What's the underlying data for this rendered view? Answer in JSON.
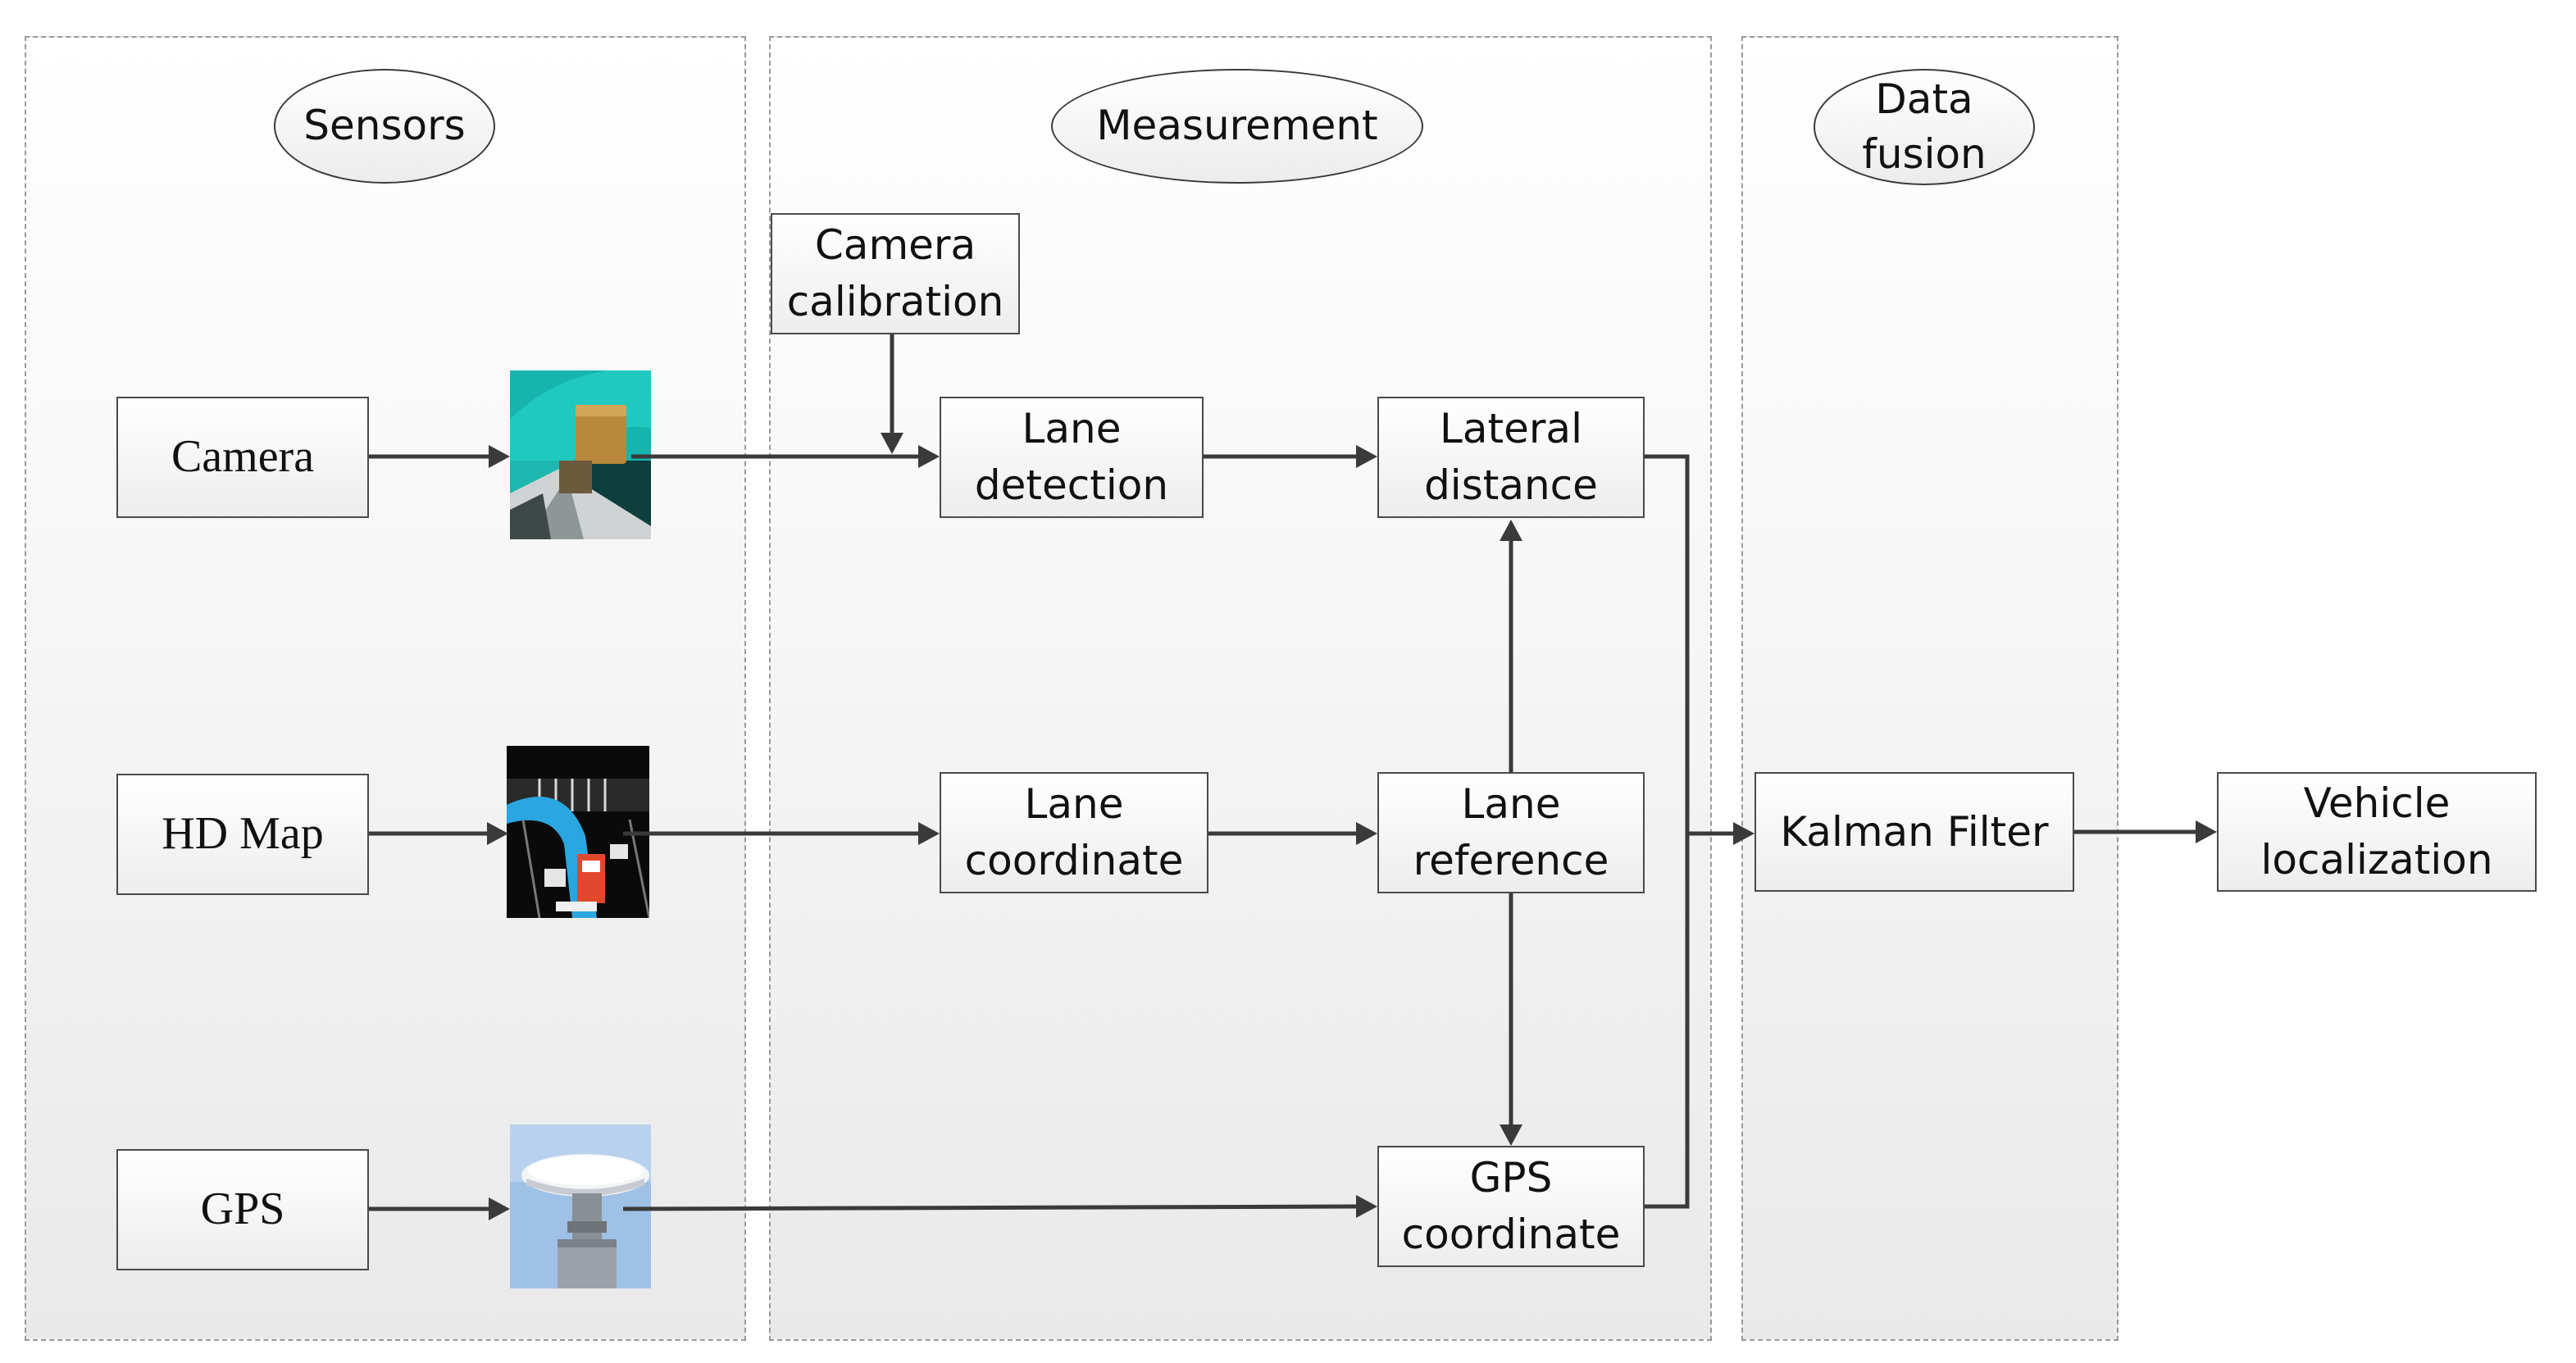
{
  "panels": {
    "sensors": {
      "title": "Sensors"
    },
    "measurement": {
      "title": "Measurement"
    },
    "data_fusion": {
      "title": "Data\nfusion"
    }
  },
  "nodes": {
    "camera": "Camera",
    "hd_map": "HD Map",
    "gps": "GPS",
    "camera_calibration": "Camera\ncalibration",
    "lane_detection": "Lane\ndetection",
    "lateral_distance": "Lateral\ndistance",
    "lane_coordinate": "Lane\ncoordinate",
    "lane_reference": "Lane\nreference",
    "gps_coordinate": "GPS\ncoordinate",
    "kalman_filter": "Kalman Filter",
    "vehicle_localization": "Vehicle\nlocalization"
  },
  "edges": [
    {
      "from": "camera",
      "to": "camera-image"
    },
    {
      "from": "camera-image",
      "to": "lane_detection"
    },
    {
      "from": "camera_calibration",
      "to": "lane_detection"
    },
    {
      "from": "lane_detection",
      "to": "lateral_distance"
    },
    {
      "from": "hd_map",
      "to": "map-image"
    },
    {
      "from": "map-image",
      "to": "lane_coordinate"
    },
    {
      "from": "lane_coordinate",
      "to": "lane_reference"
    },
    {
      "from": "lane_reference",
      "to": "lateral_distance"
    },
    {
      "from": "lane_reference",
      "to": "gps_coordinate"
    },
    {
      "from": "gps",
      "to": "gps-image"
    },
    {
      "from": "gps-image",
      "to": "gps_coordinate"
    },
    {
      "from": "lateral_distance",
      "to": "kalman_filter"
    },
    {
      "from": "gps_coordinate",
      "to": "kalman_filter"
    },
    {
      "from": "kalman_filter",
      "to": "vehicle_localization"
    }
  ],
  "colors": {
    "line": "#3a3a3a",
    "camera_teal": "#1fb7b0",
    "camera_box": "#b8893c",
    "map_route": "#2aa6e0",
    "map_vehicle": "#e0472b",
    "gps_sky": "#9fc1e6"
  }
}
